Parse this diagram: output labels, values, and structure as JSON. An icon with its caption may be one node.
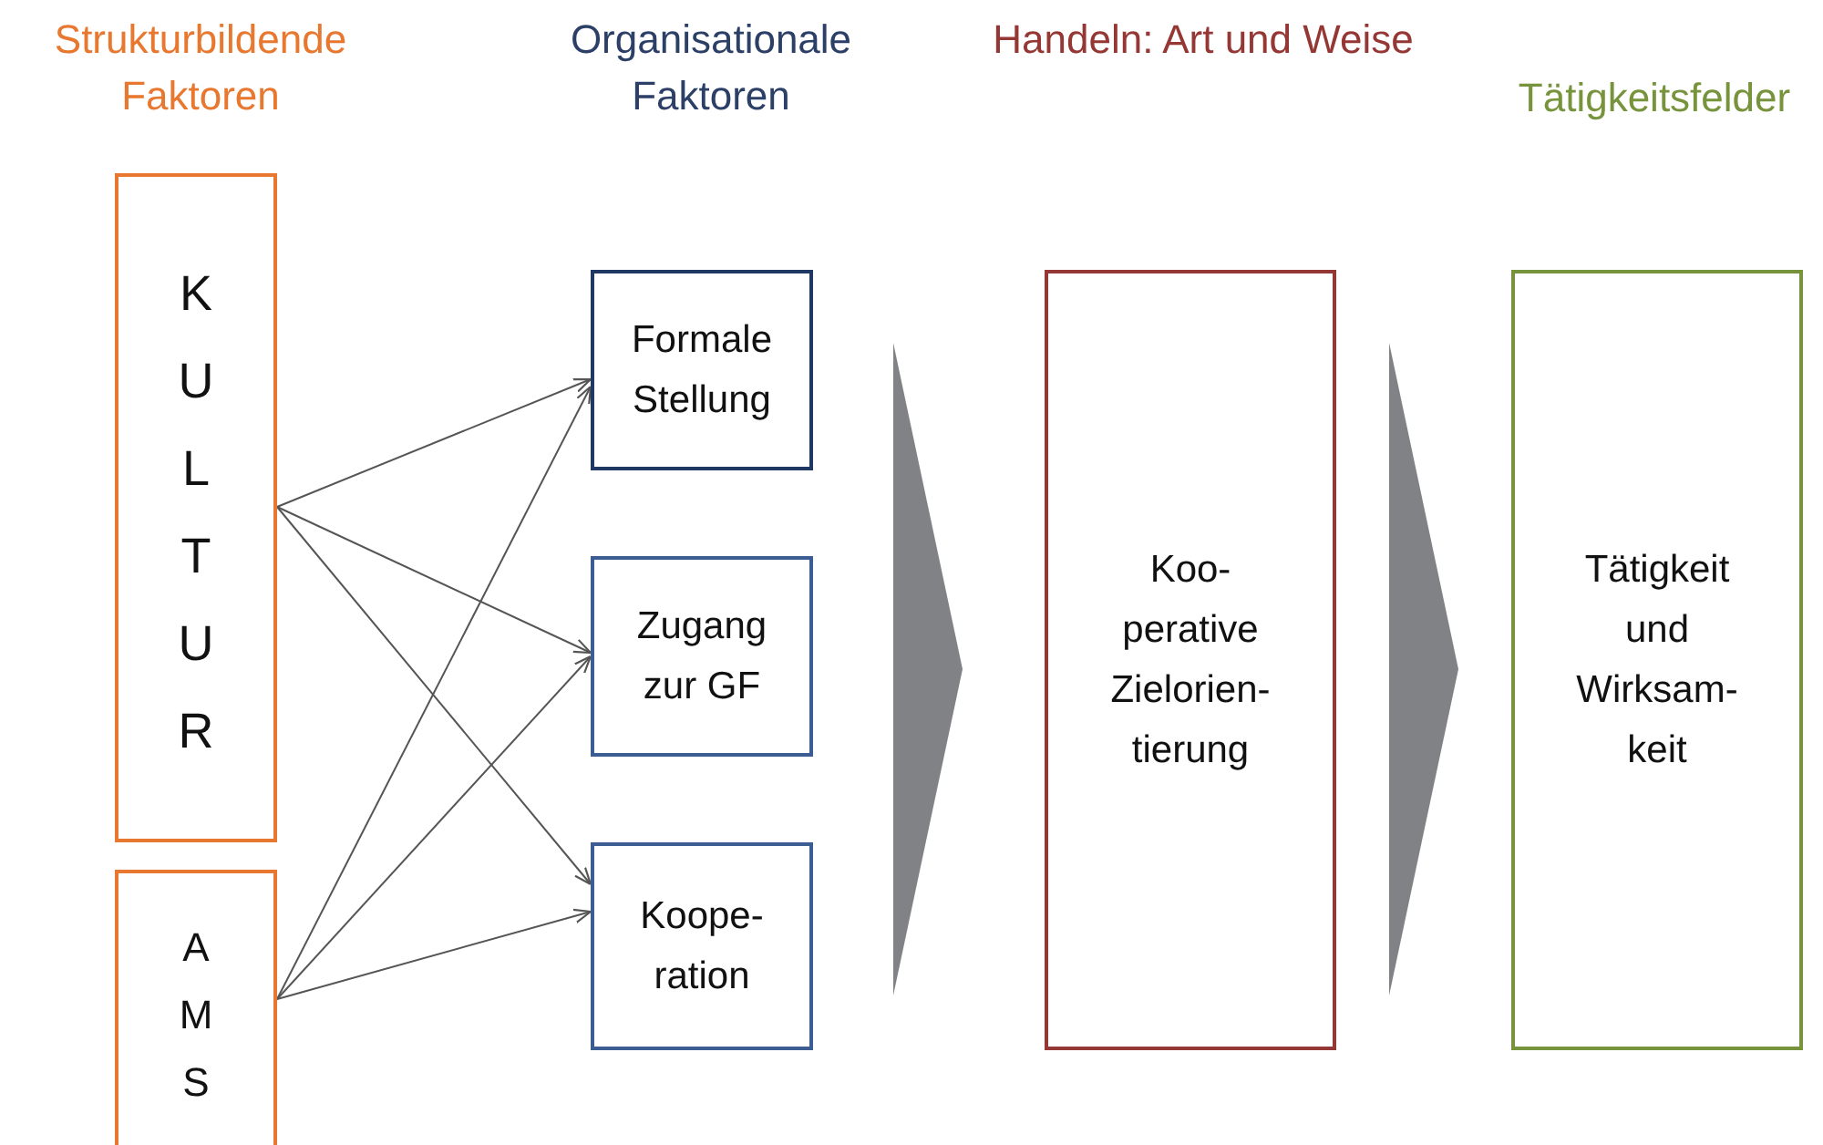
{
  "diagram": {
    "nodes": [
      {
        "text": [
          "K U L T U R"
        ]
      },
      {
        "text": [
          "A M S"
        ]
      },
      {
        "text": [
          "Formale Stellung"
        ]
      },
      {
        "text": [
          "Zugang zur GF"
        ]
      },
      {
        "text": [
          "Koope- ration"
        ]
      },
      {
        "text": [],
        "shape": "triangle"
      },
      {
        "text": [
          "Koo- perative Zielorien- tierung"
        ]
      },
      {
        "text": [],
        "shape": "triangle"
      },
      {
        "text": [
          "Tätigkeit und Wirksam- keit"
        ]
      }
    ],
    "edges": [
      {
        "from": 0,
        "to": 2,
        "arrow": "to"
      },
      {
        "from": 0,
        "to": 3,
        "arrow": "to"
      },
      {
        "from": 0,
        "to": 4,
        "arrow": "to"
      },
      {
        "from": 1,
        "to": 2,
        "arrow": "to"
      },
      {
        "from": 1,
        "to": 3,
        "arrow": "to"
      },
      {
        "from": 1,
        "to": 4,
        "arrow": "to"
      }
    ],
    "labels": [
      "Strukturbildende Faktoren",
      "Organisationale Faktoren",
      "Handeln: Art und Weise",
      "Tätigkeitsfelder"
    ]
  }
}
